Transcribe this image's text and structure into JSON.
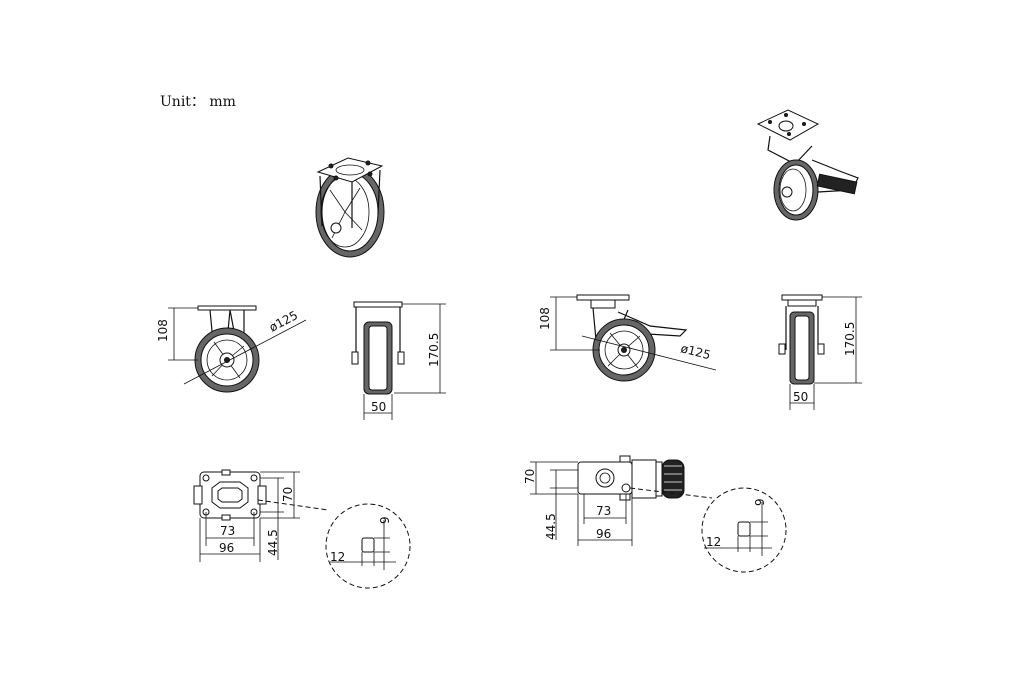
{
  "unit_label": "Unit： mm",
  "colors": {
    "line": "#111111",
    "tread": "#666666",
    "background": "#ffffff"
  },
  "fixed_caster": {
    "height": "108",
    "wheel_diameter": "ø125",
    "total_height": "170.5",
    "wheel_width": "50",
    "plate_width": "70",
    "hole_spacing_y": "44.5",
    "hole_spacing_x": "73",
    "plate_length": "96",
    "hole_size_a": "9",
    "hole_size_b": "12"
  },
  "swivel_caster": {
    "height": "108",
    "wheel_diameter": "ø125",
    "total_height": "170.5",
    "wheel_width": "50",
    "plate_width": "70",
    "hole_spacing_y": "44.5",
    "hole_spacing_x": "73",
    "plate_length": "96",
    "hole_size_a": "9",
    "hole_size_b": "12"
  }
}
